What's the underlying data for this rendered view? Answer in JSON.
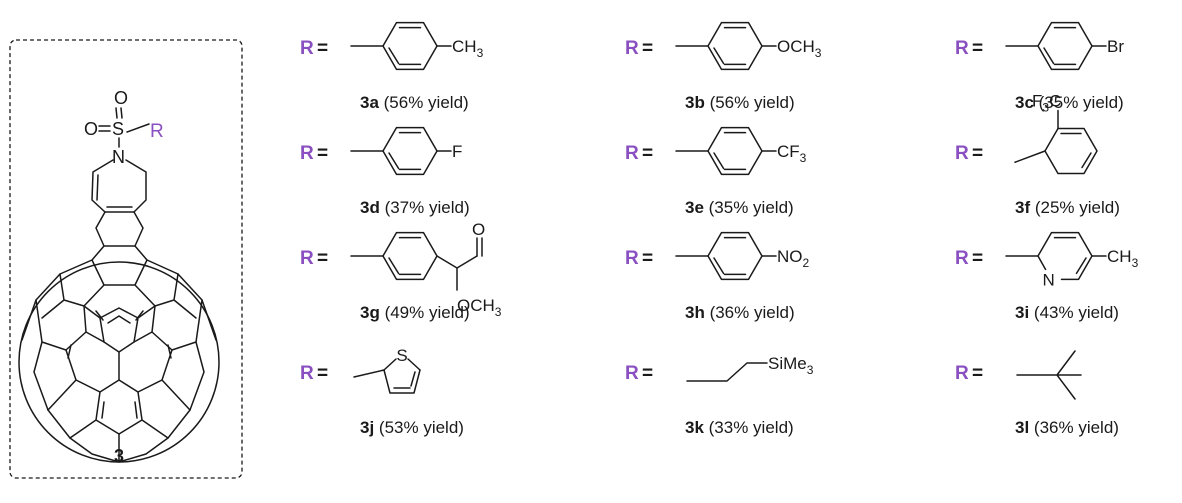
{
  "core": {
    "compound_number": "3",
    "substituent_label": "R",
    "atoms": {
      "o_top": "O",
      "o_left": "O",
      "s": "S",
      "n": "N"
    }
  },
  "accent_color": "#8a4fc0",
  "eq_sign": "=",
  "entries": [
    {
      "id": "3a",
      "yield": " (56% yield)",
      "groups": [
        "CH",
        "3"
      ]
    },
    {
      "id": "3b",
      "yield": " (56% yield)",
      "groups": [
        "OCH",
        "3"
      ]
    },
    {
      "id": "3c",
      "yield": " (35% yield)",
      "groups": [
        "Br"
      ]
    },
    {
      "id": "3d",
      "yield": " (37% yield)",
      "groups": [
        "F"
      ]
    },
    {
      "id": "3e",
      "yield": " (35% yield)",
      "groups": [
        "CF",
        "3"
      ]
    },
    {
      "id": "3f",
      "yield": " (25% yield)",
      "groups": [
        "F",
        "3",
        "C"
      ]
    },
    {
      "id": "3g",
      "yield": " (49% yield)",
      "groups": [
        "O",
        "OCH",
        "3"
      ]
    },
    {
      "id": "3h",
      "yield": " (36% yield)",
      "groups": [
        "NO",
        "2"
      ]
    },
    {
      "id": "3i",
      "yield": " (43% yield)",
      "groups": [
        "N",
        "CH",
        "3"
      ]
    },
    {
      "id": "3j",
      "yield": " (53% yield)",
      "groups": [
        "S"
      ]
    },
    {
      "id": "3k",
      "yield": " (33% yield)",
      "groups": [
        "SiMe",
        "3"
      ]
    },
    {
      "id": "3l",
      "yield": " (36% yield)",
      "groups": []
    }
  ]
}
